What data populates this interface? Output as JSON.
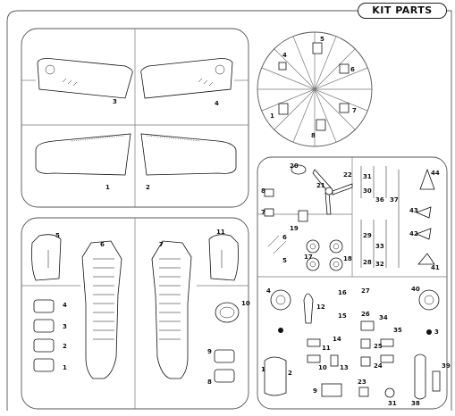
{
  "title": "KIT PARTS",
  "sprue_left": {
    "wings": [
      {
        "label": "3"
      },
      {
        "label": "4"
      },
      {
        "label": "1"
      },
      {
        "label": "2"
      }
    ],
    "fuselage": [
      {
        "label": "5"
      },
      {
        "label": "6"
      },
      {
        "label": "7"
      },
      {
        "label": "11"
      },
      {
        "label": "10"
      },
      {
        "label": "4"
      },
      {
        "label": "3"
      },
      {
        "label": "2"
      },
      {
        "label": "1"
      },
      {
        "label": "9"
      },
      {
        "label": "8"
      }
    ]
  },
  "sprue_round": {
    "labels": [
      "4",
      "5",
      "6",
      "7",
      "8",
      "1"
    ]
  },
  "sprue_right": {
    "labels": [
      "20",
      "21",
      "22",
      "8",
      "7",
      "19",
      "6",
      "5",
      "17",
      "18",
      "30",
      "31",
      "36",
      "37",
      "29",
      "28",
      "33",
      "32",
      "43",
      "42",
      "41",
      "44",
      "4",
      "12",
      "16",
      "27",
      "15",
      "26",
      "34",
      "35",
      "40",
      "14",
      "11",
      "25",
      "10",
      "13",
      "24",
      "3",
      "2",
      "9",
      "23",
      "31",
      "38",
      "39",
      "1"
    ]
  }
}
